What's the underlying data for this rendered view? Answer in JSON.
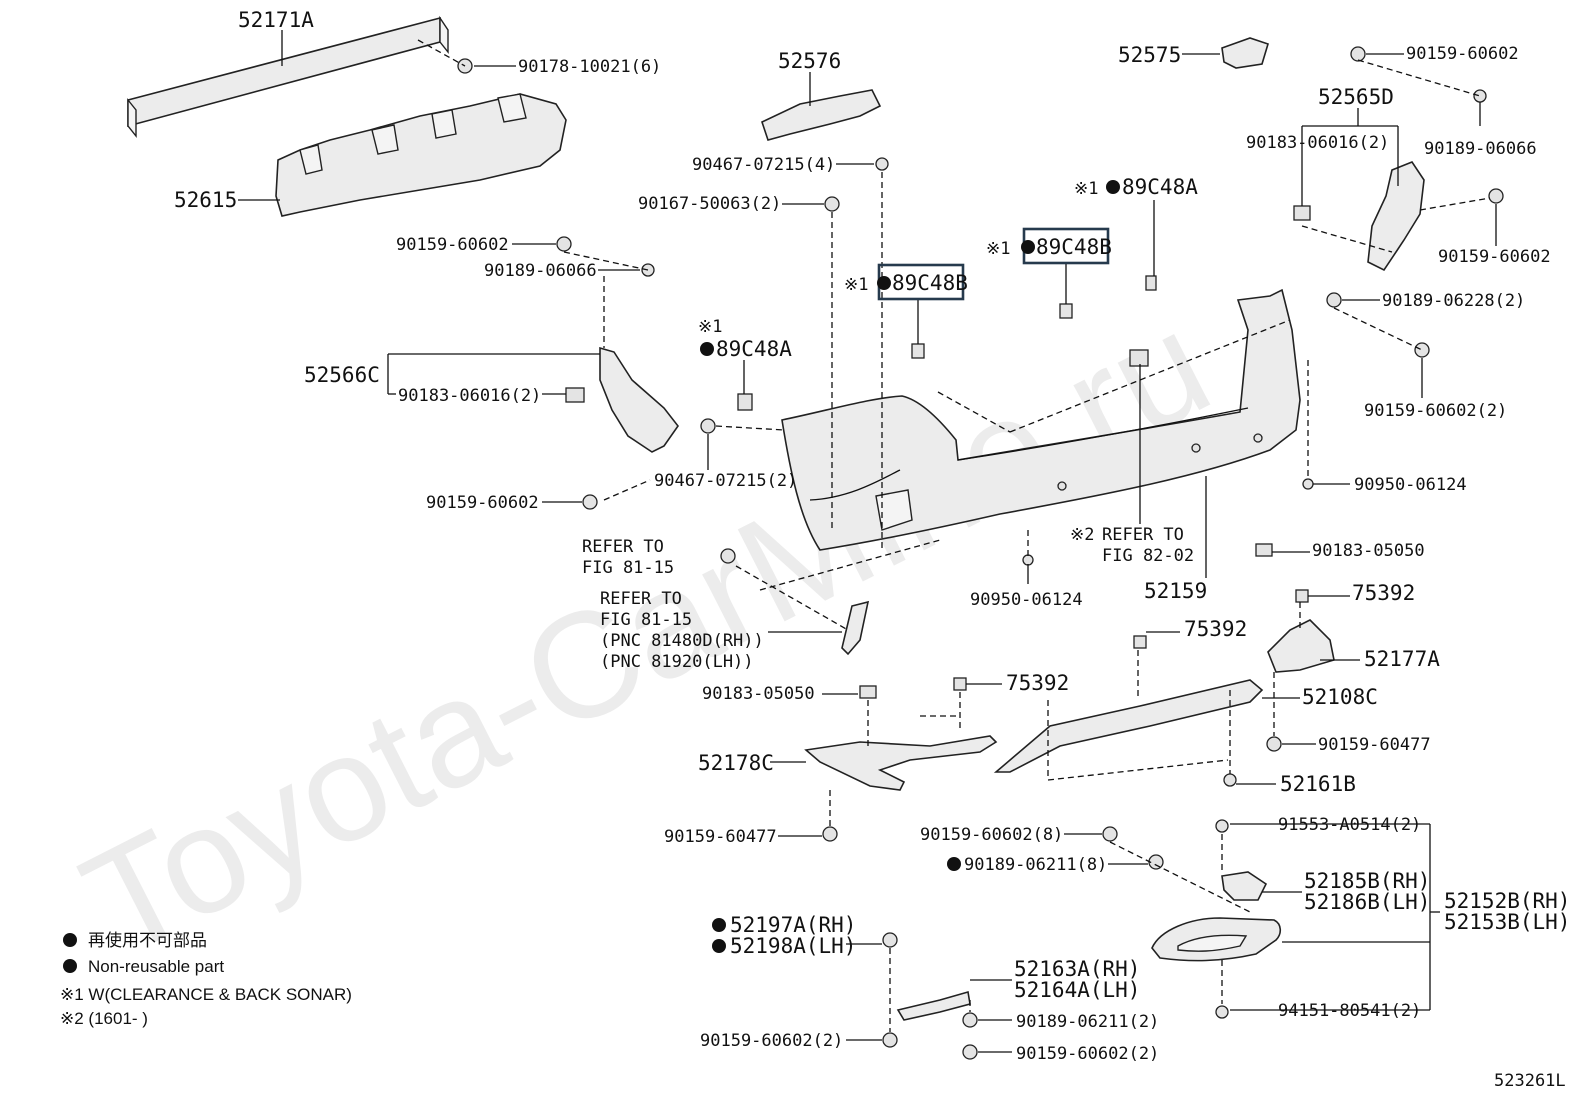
{
  "watermark": "Toyota-CarMine.ru",
  "figure_code": "523261L",
  "legend": {
    "symbol_note_jp": "再使用不可部品",
    "symbol_note_en": "Non-reusable part",
    "note1": "※1 W(CLEARANCE & BACK SONAR)",
    "note2": "※2 (1601-        )"
  },
  "labels": {
    "p52171A": "52171A",
    "p90178": "90178-10021(6)",
    "p52615": "52615",
    "p52576": "52576",
    "p90467a": "90467-07215(4)",
    "p90167": "90167-50063(2)",
    "p52575": "52575",
    "p90159a": "90159-60602",
    "p52565D": "52565D",
    "p90183a": "90183-06016(2)",
    "p90189a": "90189-06066",
    "p90159b": "90159-60602",
    "p90159c": "90159-60602",
    "p90189b": "90189-06066",
    "p52566C": "52566C",
    "p90183b": "90183-06016(2)",
    "p90159d": "90159-60602",
    "p89C48A_1": "89C48A",
    "p89C48A_1_mark": "※1",
    "p89C48B_1": "89C48B",
    "p89C48B_1_mark": "※1",
    "p89C48B_2": "89C48B",
    "p89C48B_2_mark": "※1",
    "p89C48A_2": "89C48A",
    "p89C48A_2_mark": "※1",
    "p90467b": "90467-07215(2)",
    "p90189c": "90189-06228(2)",
    "p90159e": "90159-60602(2)",
    "p90950a": "90950-06124",
    "refer2_mark": "※2",
    "refer2_line1": "REFER TO",
    "refer2_line2": "FIG 82-02",
    "p52159": "52159",
    "p90950b": "90950-06124",
    "refer1_line1": "REFER TO",
    "refer1_line2": "FIG 81-15",
    "refer3_line1": "REFER TO",
    "refer3_line2": "FIG 81-15",
    "refer3_line3": "(PNC 81480D(RH))",
    "refer3_line4": "(PNC 81920(LH))",
    "p90183c": "90183-05050",
    "p75392a": "75392",
    "p75392b": "75392",
    "p52177A": "52177A",
    "p90183d": "90183-05050",
    "p75392c": "75392",
    "p52108C": "52108C",
    "p90159f": "90159-60477",
    "p52178C": "52178C",
    "p52161B": "52161B",
    "p90159g": "90159-60477",
    "p91553": "91553-A0514(2)",
    "p90159h": "90159-60602(8)",
    "p90189d": "90189-06211(8)",
    "p52185B": "52185B(RH)",
    "p52186B": "52186B(LH)",
    "p52152B": "52152B(RH)",
    "p52153B": "52153B(LH)",
    "p52197A": "52197A(RH)",
    "p52198A": "52198A(LH)",
    "p52163A": "52163A(RH)",
    "p52164A": "52164A(LH)",
    "p94151": "94151-80541(2)",
    "p90189e": "90189-06211(2)",
    "p90159i": "90159-60602(2)",
    "p90159j": "90159-60602(2)"
  }
}
